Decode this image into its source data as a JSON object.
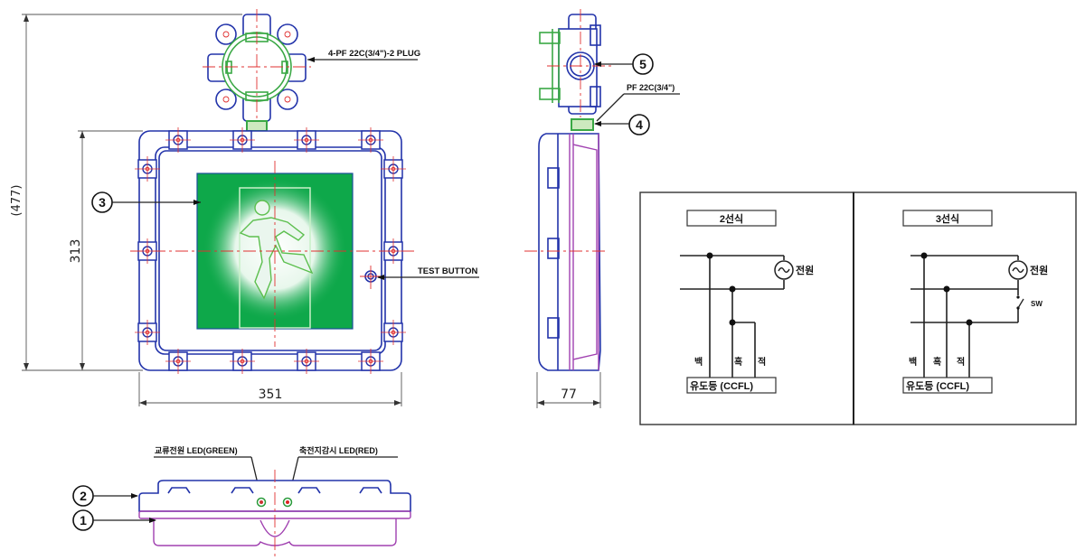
{
  "drawing": {
    "front_view": {
      "overall_height_label": "(477)",
      "body_height_label": "313",
      "width_label": "351",
      "plug_label": "4-PF 22C(3/4\")-2 PLUG",
      "test_button_label": "TEST BUTTON",
      "callout_3": "3"
    },
    "side_view": {
      "depth_label": "77",
      "conduit_label": "PF 22C(3/4\")",
      "callout_4": "4",
      "callout_5": "5"
    },
    "bottom_view": {
      "led_green_label": "교류전원 LED(GREEN)",
      "led_red_label": "축전지감시 LED(RED)",
      "callout_1": "1",
      "callout_2": "2"
    },
    "wiring": {
      "two_wire": {
        "title": "2선식",
        "source_label": "전원",
        "wire_labels": [
          "백",
          "흑",
          "적"
        ],
        "lamp_label": "유도등 (CCFL)"
      },
      "three_wire": {
        "title": "3선식",
        "source_label": "전원",
        "switch_label": "SW",
        "wire_labels": [
          "백",
          "흑",
          "적"
        ],
        "lamp_label": "유도등 (CCFL)"
      }
    },
    "colors": {
      "housing": "#2233aa",
      "conduit": "#3aa845",
      "base": "#a040b0",
      "centerline": "#e03030",
      "exit_sign": "#0ea84a"
    }
  }
}
